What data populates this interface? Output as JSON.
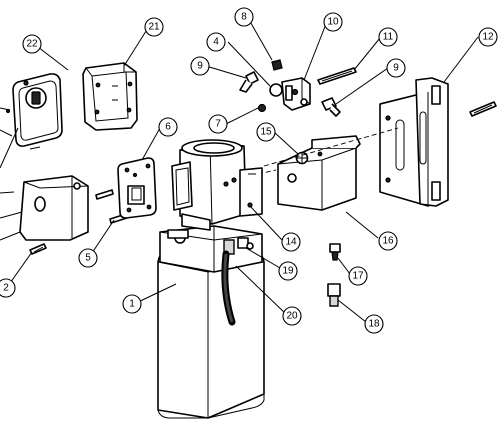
{
  "callouts": {
    "c1": "1",
    "c2": "2",
    "c5": "5",
    "c6": "6",
    "c7": "7",
    "c8": "8",
    "c9a": "9",
    "c9b": "9",
    "c10": "10",
    "c11": "11",
    "c12": "12",
    "c14": "14",
    "c15": "15",
    "c16": "16",
    "c17": "17",
    "c18": "18",
    "c19": "19",
    "c20": "20",
    "c21": "21",
    "c22": "22",
    "c4": "4"
  }
}
